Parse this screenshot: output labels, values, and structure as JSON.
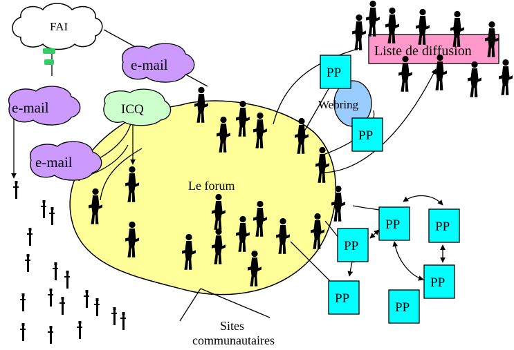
{
  "labels": {
    "fai": "FAI",
    "email_top": "e-mail",
    "email_left": "e-mail",
    "email_bottom": "e-mail",
    "icq": "ICQ",
    "forum": "Le forum",
    "webring": "Webring",
    "mailing_list": "Liste de diffusion",
    "sites_line1": "Sites",
    "sites_line2": "communautaires"
  },
  "pp_label": "PP",
  "colors": {
    "forum_fill": "#ffff99",
    "email_fill": "#cc99ff",
    "icq_fill": "#ccffcc",
    "webring_fill": "#99ccff",
    "pp_fill": "#00ffff",
    "mailing_list_fill": "#ff99cc",
    "modem_green": "#33cc66",
    "figure": "#000000"
  }
}
